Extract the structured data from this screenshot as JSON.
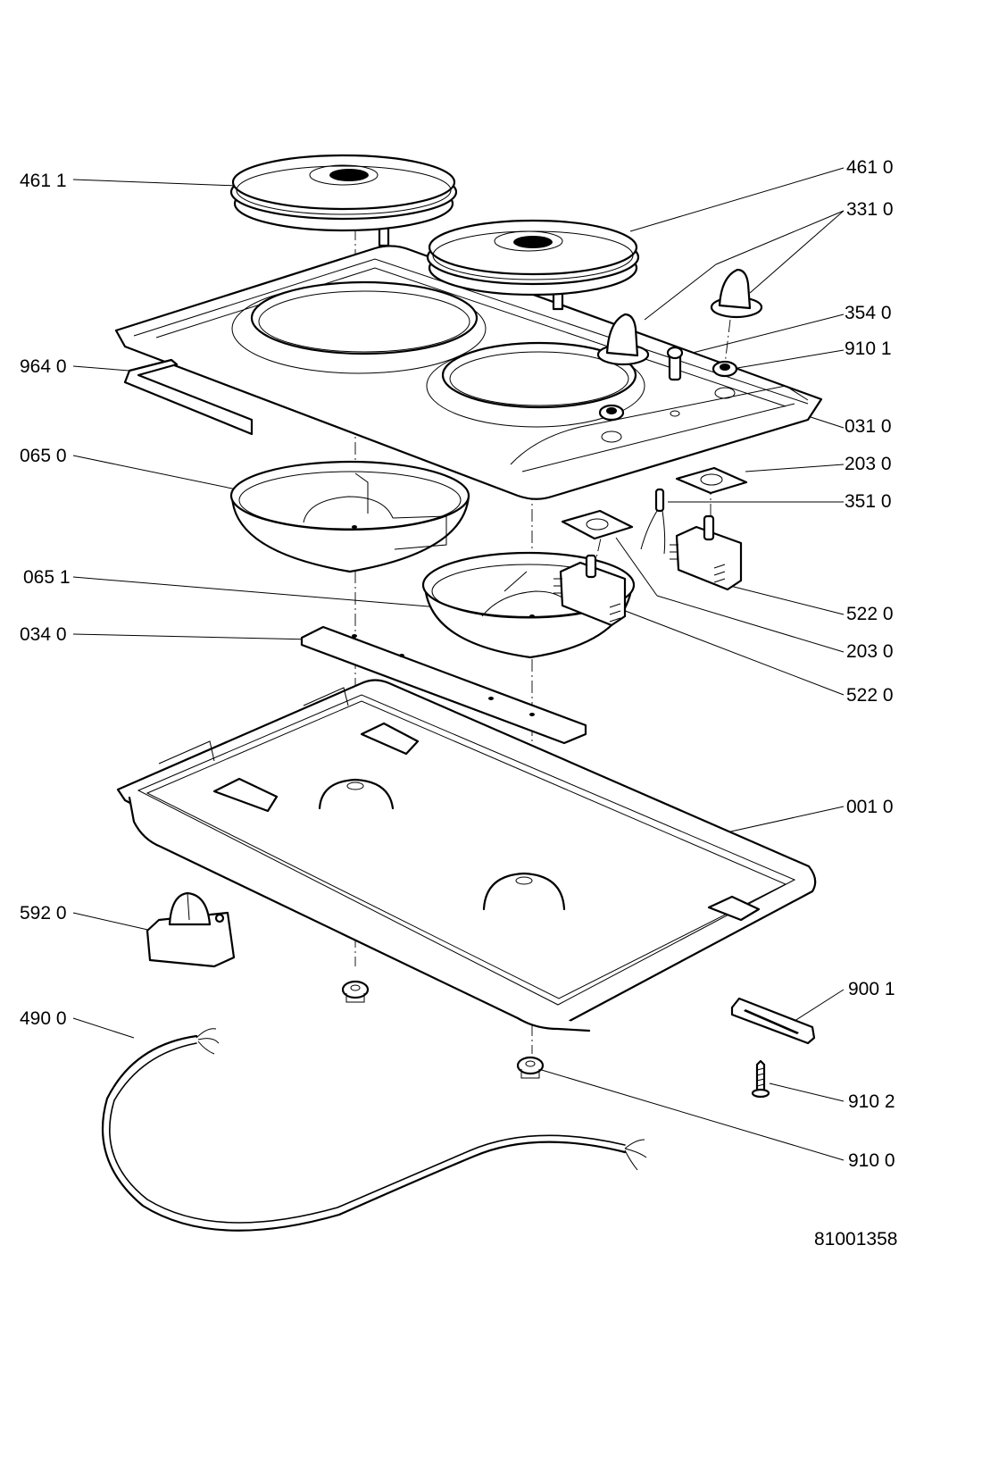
{
  "diagram": {
    "title": "Exploded parts diagram - two-zone electric hob",
    "document_number": "81001358",
    "callouts": [
      {
        "id": "c4611",
        "label": "461 1",
        "part": "hotplate-large"
      },
      {
        "id": "c4610",
        "label": "461 0",
        "part": "hotplate-small"
      },
      {
        "id": "c3310",
        "label": "331 0",
        "part": "control-knob"
      },
      {
        "id": "c3540",
        "label": "354 0",
        "part": "indicator-lamp"
      },
      {
        "id": "c9101",
        "label": "910 1",
        "part": "nut"
      },
      {
        "id": "c9640",
        "label": "964 0",
        "part": "seal-gasket"
      },
      {
        "id": "c0310",
        "label": "031 0",
        "part": "top-frame"
      },
      {
        "id": "c0650",
        "label": "065 0",
        "part": "heat-shield-left"
      },
      {
        "id": "c2030a",
        "label": "203 0",
        "part": "insulation-plate"
      },
      {
        "id": "c3510",
        "label": "351 0",
        "part": "pilot-lamp-wiring"
      },
      {
        "id": "c0651",
        "label": "065 1",
        "part": "heat-shield-right"
      },
      {
        "id": "c0340",
        "label": "034 0",
        "part": "support-bar"
      },
      {
        "id": "c5220a",
        "label": "522 0",
        "part": "energy-regulator"
      },
      {
        "id": "c2030b",
        "label": "203 0",
        "part": "insulation-plate"
      },
      {
        "id": "c5220b",
        "label": "522 0",
        "part": "energy-regulator"
      },
      {
        "id": "c0010",
        "label": "001 0",
        "part": "bottom-tray"
      },
      {
        "id": "c5920",
        "label": "592 0",
        "part": "terminal-block"
      },
      {
        "id": "c9001",
        "label": "900 1",
        "part": "fixing-clamp"
      },
      {
        "id": "c4900",
        "label": "490 0",
        "part": "power-cable"
      },
      {
        "id": "c9102",
        "label": "910 2",
        "part": "screw"
      },
      {
        "id": "c9100",
        "label": "910 0",
        "part": "nut"
      }
    ]
  }
}
